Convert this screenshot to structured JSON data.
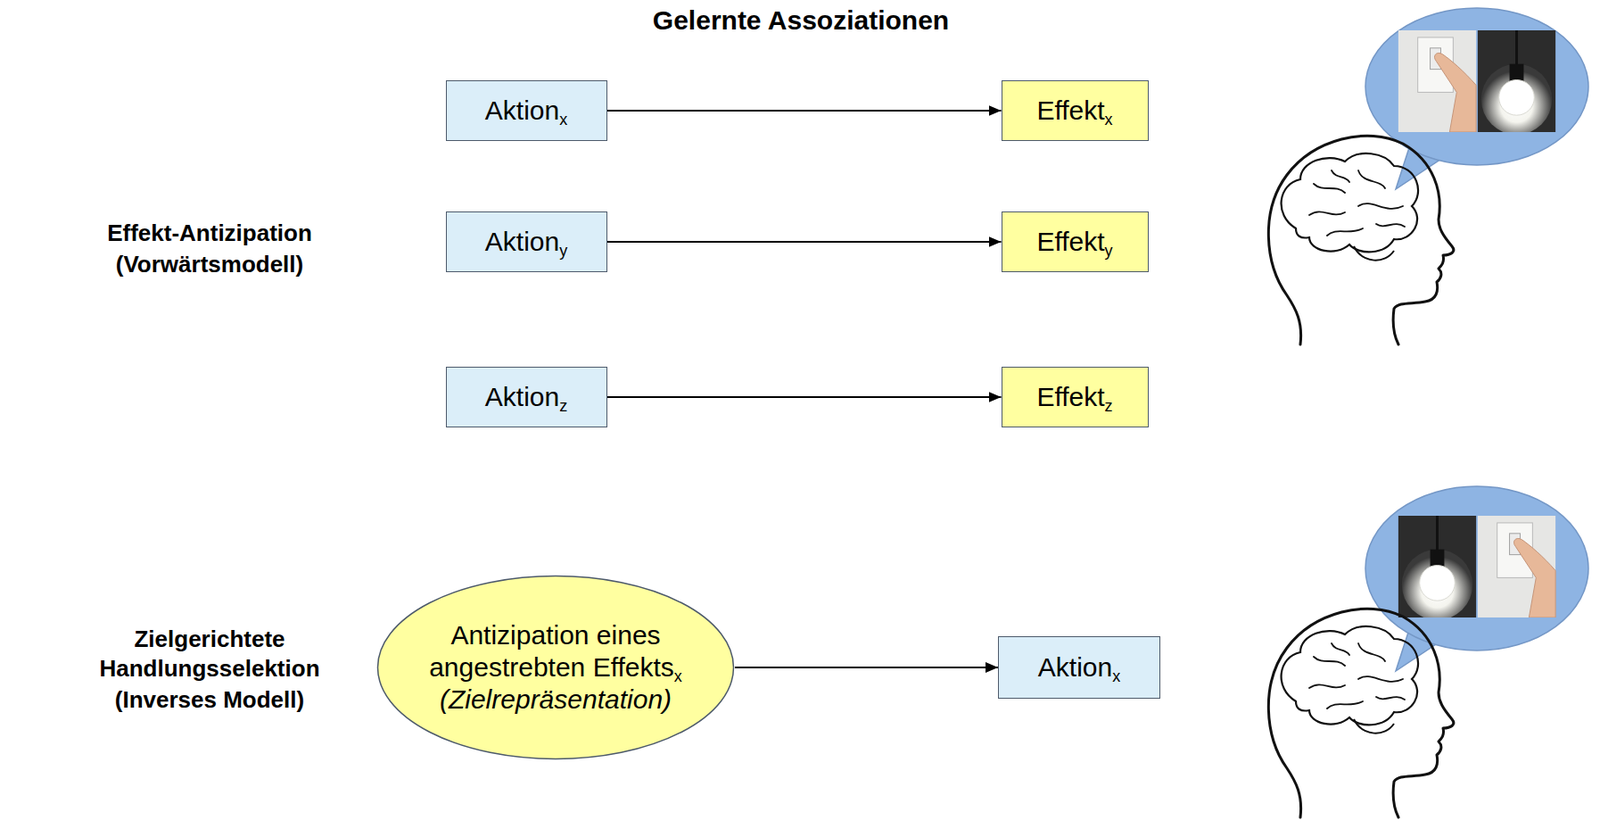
{
  "diagram": {
    "title": "Gelernte Assoziationen",
    "nodes": [
      {
        "text": [
          "Aktion",
          "x"
        ]
      },
      {
        "text": [
          "Effekt",
          "x"
        ]
      },
      {
        "text": [
          "Aktion",
          "y"
        ]
      },
      {
        "text": [
          "Effekt",
          "y"
        ]
      },
      {
        "text": [
          "Aktion",
          "z"
        ]
      },
      {
        "text": [
          "Effekt",
          "z"
        ]
      },
      {
        "text": [
          "Antizipation eines angestrebten Effekts",
          "x",
          "(Zielrepräsentation)"
        ]
      },
      {
        "text": [
          "Aktion",
          "x"
        ]
      }
    ],
    "edges": [
      {
        "from": 0,
        "to": 1,
        "arrow": "to"
      },
      {
        "from": 2,
        "to": 3,
        "arrow": "to"
      },
      {
        "from": 4,
        "to": 5,
        "arrow": "to"
      },
      {
        "from": 6,
        "to": 7,
        "arrow": "to"
      }
    ],
    "labels": [
      "Effekt-Antizipation",
      "(Vorwärtsmodell)",
      "Zielgerichtete Handlungsselektion",
      "(Inverses Modell)"
    ]
  }
}
